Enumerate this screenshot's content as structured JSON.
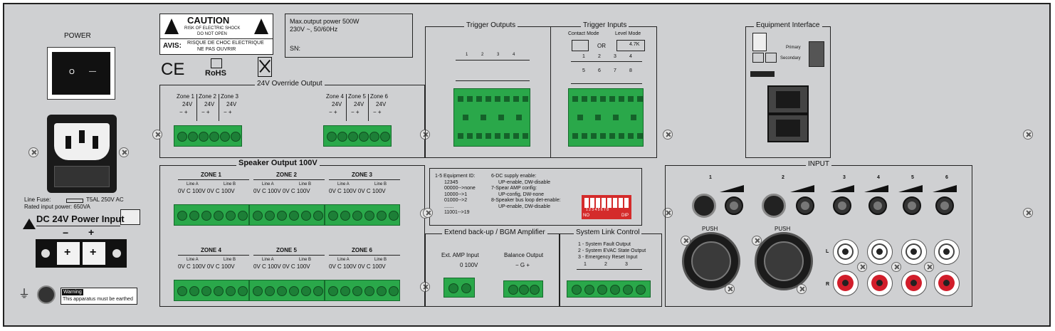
{
  "left": {
    "power_label": "POWER",
    "switch_off": "O",
    "switch_on": "—",
    "fuse_label": "Line Fuse:",
    "fuse_value": "T5AL  250V  AC",
    "rated_power": "Rated input power:   650VA",
    "dc_title": "DC 24V Power Input",
    "minus": "−",
    "plus": "+",
    "warning_title": "Warning",
    "warning_text": "This apparatus must be earthed"
  },
  "caution": {
    "title": "CAUTION",
    "line1": "RISK OF ELECTRIC SHOCK",
    "line2": "DO NOT OPEN",
    "avis": "AVIS:",
    "avis1": "RISQUE DE CHOC ELECTRIQUE",
    "avis2": "NE PAS OUVRIR",
    "ce": "CE",
    "rohs": "RoHS"
  },
  "info": {
    "line1": "Max.output power 500W",
    "line2": "230V ~, 50/60Hz",
    "sn": "SN:"
  },
  "override": {
    "title": "24V Override Output",
    "zones_left": [
      "Zone 1",
      "Zone 2",
      "Zone 3"
    ],
    "zones_right": [
      "Zone 4",
      "Zone 5",
      "Zone 6"
    ],
    "volt": "24V"
  },
  "speaker": {
    "title": "Speaker Output 100V",
    "zones_top": [
      "ZONE 1",
      "ZONE 2",
      "ZONE 3"
    ],
    "zones_bottom": [
      "ZONE 4",
      "ZONE 5",
      "ZONE 6"
    ],
    "line_a": "Line A",
    "line_b": "Line B",
    "terms": "0V  C  100V 0V  C 100V"
  },
  "trigger_out": {
    "title": "Trigger Outputs",
    "nums": [
      "1",
      "2",
      "3",
      "4"
    ]
  },
  "trigger_in": {
    "title": "Trigger Inputs",
    "contact_mode": "Contact Mode",
    "or": "OR",
    "level_mode": "Level Mode",
    "res": "4.7K",
    "nums_top": [
      "1",
      "2",
      "3",
      "4"
    ],
    "nums_bottom": [
      "5",
      "6",
      "7",
      "8"
    ]
  },
  "equipment": {
    "title": "Equipment Interface",
    "primary": "Primary",
    "secondary": "Secondary"
  },
  "dip": {
    "col1": [
      "1-5  Equipment ID:",
      "12345",
      "00000-->none",
      "10000-->1",
      "01000-->2",
      ".......",
      "11001-->19"
    ],
    "col2": [
      "6-DC supply enable:",
      "UP-enable, DW-disable",
      "7-Spear AMP config:",
      "UP-config, DW-none",
      "8-Speaker bus loop det-enable:",
      "UP-enable, DW-disable"
    ],
    "no": "NO",
    "dip": "DIP",
    "nums": "1 2 3 4 5 6 7 8"
  },
  "extend": {
    "title": "Extend back-up / BGM Amplifier",
    "ext_label": "Ext. AMP Input",
    "ext_terms": "0  100V",
    "bal_label": "Balance Output",
    "bal_terms": "−   G   +"
  },
  "syslink": {
    "title": "System Link Control",
    "items": [
      "1 - System Fault Output",
      "2 - System EVAC State Output",
      "3 - Emergency Reset Input"
    ],
    "nums": [
      "1",
      "2",
      "3"
    ]
  },
  "input": {
    "title": "INPUT",
    "channels": [
      "1",
      "2",
      "3",
      "4",
      "5",
      "6"
    ],
    "push": "PUSH",
    "l": "L",
    "r": "R"
  }
}
